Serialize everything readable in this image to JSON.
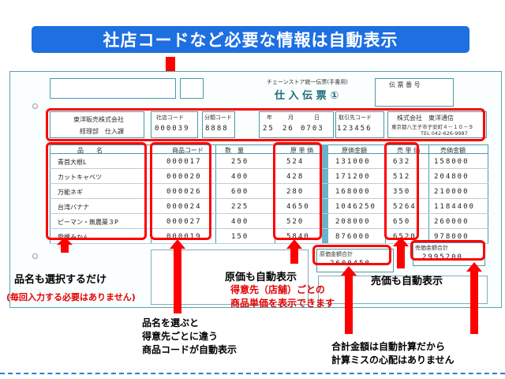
{
  "banner": {
    "text": "社店コードなど必要な情報は自動表示"
  },
  "slip": {
    "title_small": "チェーンストア統一伝票(手書用)",
    "title": "仕 入 伝 票 ①",
    "number_label": "伝 票 番 号",
    "buyer_company": "東洋販売株式会社",
    "buyer_dept": "経理部　仕入課",
    "store_code_label": "社店コード",
    "store_code": "000039",
    "category_label": "分類コード",
    "category": "8888",
    "date_labels": {
      "year": "年",
      "month": "月",
      "day": "日"
    },
    "date_values": {
      "year": "25",
      "month": "26",
      "day": "0703"
    },
    "supplier_code_label": "取引先コード",
    "supplier_code": "123456",
    "supplier_name": "株式会社　東洋通信",
    "supplier_addr": "東京都八王子市子安町４－１０－９",
    "supplier_tel": "TEL 042-626-9987",
    "col_headers": {
      "name": "品　　名",
      "code": "商品コード",
      "qty": "数　量",
      "unit_cost": "原 単 価",
      "cost_amount": "原価金額",
      "unit_price": "売 単 価",
      "sales_amount": "売価金額"
    },
    "items": [
      {
        "name": "青首大根L",
        "code": "000017",
        "qty": "250",
        "unit_cost": "524",
        "cost_amount": "131000",
        "unit_price": "632",
        "sales_amount": "158000"
      },
      {
        "name": "カットキャベツ",
        "code": "000020",
        "qty": "400",
        "unit_cost": "428",
        "cost_amount": "171200",
        "unit_price": "512",
        "sales_amount": "204800"
      },
      {
        "name": "万能ネギ",
        "code": "000026",
        "qty": "600",
        "unit_cost": "280",
        "cost_amount": "168000",
        "unit_price": "350",
        "sales_amount": "210000"
      },
      {
        "name": "台湾バナナ",
        "code": "000024",
        "qty": "225",
        "unit_cost": "4650",
        "cost_amount": "1046250",
        "unit_price": "5264",
        "sales_amount": "1184400"
      },
      {
        "name": "ピーマン・無農薬３P",
        "code": "000027",
        "qty": "400",
        "unit_cost": "520",
        "cost_amount": "208000",
        "unit_price": "650",
        "sales_amount": "260000"
      },
      {
        "name": "愛媛みかん",
        "code": "000019",
        "qty": "150",
        "unit_cost": "5840",
        "cost_amount": "876000",
        "unit_price": "6520",
        "sales_amount": "978000"
      }
    ],
    "cost_total_label": "原価金額合計",
    "cost_total": "2600450",
    "sales_total_label": "売価金額合計",
    "sales_total": "2995200"
  },
  "captions": {
    "name_select": "品名も選択するだけ",
    "name_select_sub": "(毎回入力する必要はありません)",
    "code_auto_1": "品名を選ぶと",
    "code_auto_2": "得意先ごとに違う",
    "code_auto_3": "商品コードが自動表示",
    "cost_auto": "原価も自動表示",
    "cost_auto_sub_1": "得意先（店舗）ごとの",
    "cost_auto_sub_2": "商品単価を表示できます",
    "price_auto": "売価も自動表示",
    "total_auto_1": "合計金額は自動計算だから",
    "total_auto_2": "計算ミスの心配はありません"
  },
  "colors": {
    "banner": "#1e6fe0",
    "highlight": "#ff0000",
    "form_line": "#4a9aa8"
  }
}
